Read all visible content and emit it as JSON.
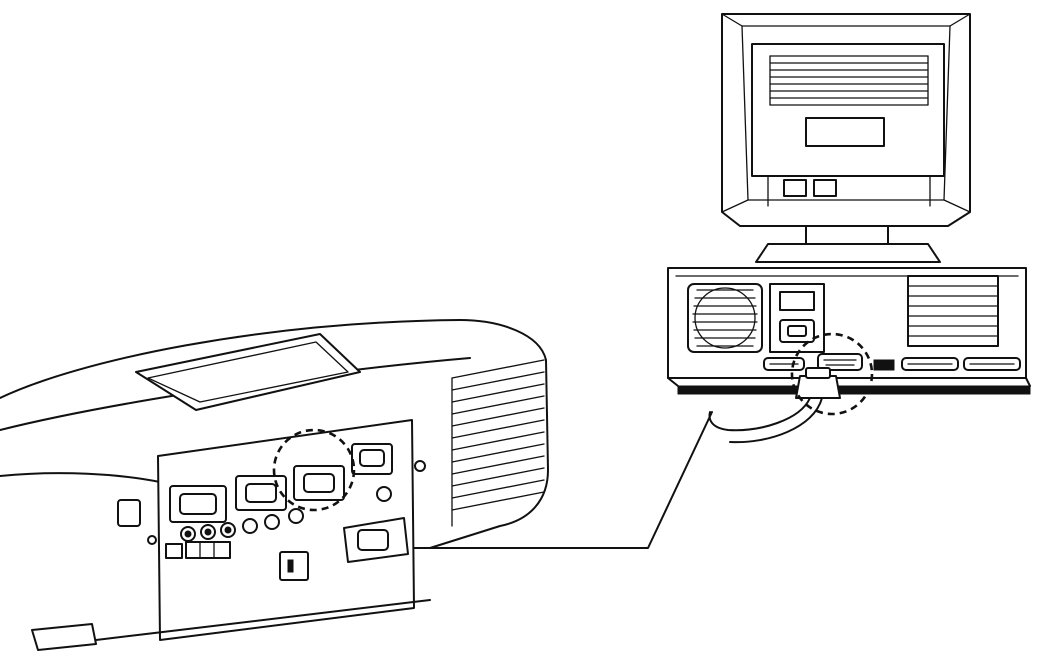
{
  "colors": {
    "ink": "#111111",
    "paper": "#ffffff"
  },
  "icons": [
    "projector-illustration",
    "computer-illustration",
    "crt-monitor-illustration",
    "vga-cable-illustration"
  ],
  "callouts": [
    "projector-input-port-callout",
    "computer-output-port-callout"
  ]
}
